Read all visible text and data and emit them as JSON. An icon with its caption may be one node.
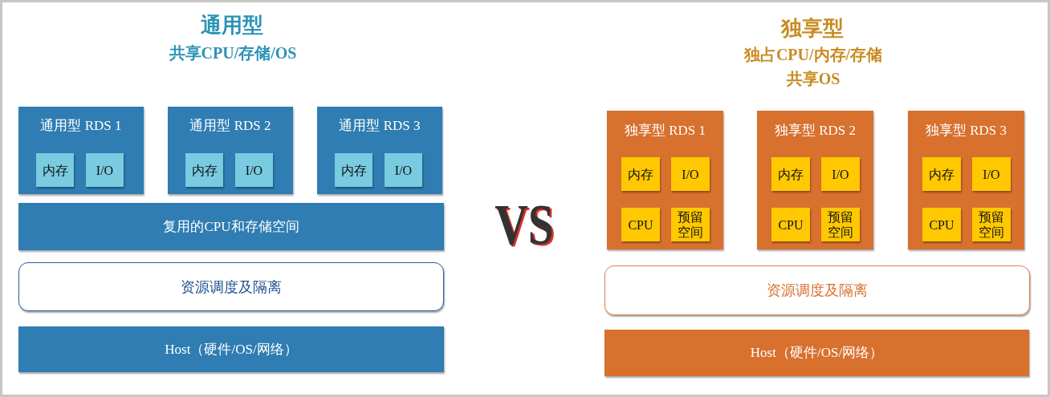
{
  "diagram": {
    "nodes": [
      {
        "text": [
          "通用型 RDS 1"
        ]
      },
      {
        "text": [
          "内存"
        ],
        "in": 0
      },
      {
        "text": [
          "I/O"
        ],
        "in": 0
      },
      {
        "text": [
          "通用型 RDS 2"
        ]
      },
      {
        "text": [
          "内存"
        ],
        "in": 3
      },
      {
        "text": [
          "I/O"
        ],
        "in": 3
      },
      {
        "text": [
          "通用型 RDS 3"
        ]
      },
      {
        "text": [
          "内存"
        ],
        "in": 6
      },
      {
        "text": [
          "I/O"
        ],
        "in": 6
      },
      {
        "text": [
          "复用的CPU和存储空间"
        ]
      },
      {
        "text": [
          "资源调度及隔离"
        ]
      },
      {
        "text": [
          "Host（硬件/OS/网络）"
        ]
      },
      {
        "text": [
          "独享型 RDS 1"
        ]
      },
      {
        "text": [
          "内存"
        ],
        "in": 12
      },
      {
        "text": [
          "I/O"
        ],
        "in": 12
      },
      {
        "text": [
          "CPU"
        ],
        "in": 12
      },
      {
        "text": [
          "预留空间"
        ],
        "in": 12
      },
      {
        "text": [
          "独享型 RDS 2"
        ]
      },
      {
        "text": [
          "内存"
        ],
        "in": 17
      },
      {
        "text": [
          "I/O"
        ],
        "in": 17
      },
      {
        "text": [
          "CPU"
        ],
        "in": 17
      },
      {
        "text": [
          "预留空间"
        ],
        "in": 17
      },
      {
        "text": [
          "独享型 RDS 3"
        ]
      },
      {
        "text": [
          "内存"
        ],
        "in": 22
      },
      {
        "text": [
          "I/O"
        ],
        "in": 22
      },
      {
        "text": [
          "CPU"
        ],
        "in": 22
      },
      {
        "text": [
          "预留空间"
        ],
        "in": 22
      },
      {
        "text": [
          "资源调度及隔离"
        ]
      },
      {
        "text": [
          "Host（硬件/OS/网络）"
        ]
      }
    ],
    "labels": [
      "通用型",
      "共享CPU/存储/OS",
      "独享型",
      "独占CPU/内存/存储",
      "共享OS",
      "VS"
    ]
  }
}
